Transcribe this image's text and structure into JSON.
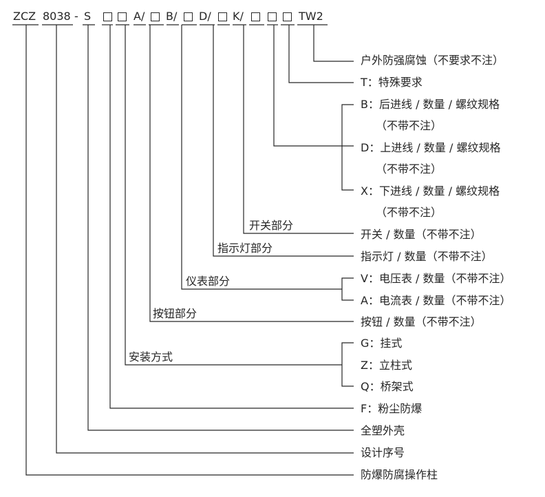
{
  "code": {
    "prefix": "ZCZ",
    "number": "8038",
    "dash": "-",
    "s": "S",
    "a": "A/",
    "b": "B/",
    "d": "D/",
    "k": "K/",
    "tw": "TW2"
  },
  "labels": {
    "outdoor": "户外防强腐蚀（不要求不注）",
    "t": "T：特殊要求",
    "b1": "B：后进线 / 数量 / 螺纹规格",
    "b2": "（不带不注）",
    "d1": "D：上进线 / 数量 / 螺纹规格",
    "d2": "（不带不注）",
    "x1": "X：下进线 / 数量 / 螺纹规格",
    "x2": "（不带不注）",
    "switch_part": "开关部分",
    "switch": "开关 / 数量（不带不注）",
    "indicator_part": "指示灯部分",
    "indicator": "指示灯 / 数量（不带不注）",
    "meter_part": "仪表部分",
    "v": "V：电压表 / 数量（不带不注）",
    "a": "A：电流表 / 数量（不带不注）",
    "button_part": "按钮部分",
    "button": "按钮 / 数量（不带不注）",
    "mount": "安装方式",
    "g": "G：挂式",
    "z": "Z：立柱式",
    "q": "Q：桥架式",
    "f": "F：粉尘防爆",
    "plastic": "全塑外壳",
    "serial": "设计序号",
    "product": "防爆防腐操作柱"
  },
  "colors": {
    "text": "#262626",
    "line": "#262626",
    "background": "#ffffff"
  }
}
